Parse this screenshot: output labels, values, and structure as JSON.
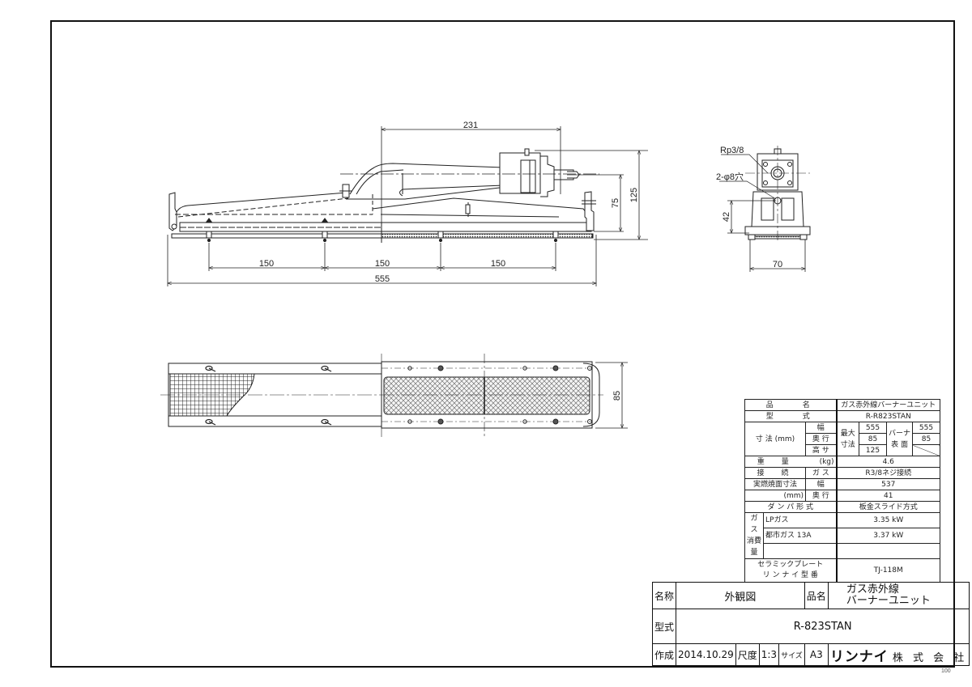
{
  "drawing": {
    "side_view": {
      "dimensions": {
        "top_length": "231",
        "height_total": "125",
        "height_center": "75",
        "pitch_1": "150",
        "pitch_2": "150",
        "pitch_3": "150",
        "overall_length": "555"
      }
    },
    "end_view": {
      "labels": {
        "pipe_thread": "Rp3/8",
        "holes": "2-φ8穴"
      },
      "dimensions": {
        "height": "42",
        "width": "70"
      }
    },
    "top_view": {
      "dimensions": {
        "depth": "85"
      }
    }
  },
  "spec_table": {
    "rows": {
      "product_name": {
        "label": "品　　名",
        "value": "ガス赤外線バーナーユニット"
      },
      "model": {
        "label": "型　　式",
        "value": "R-R823STAN"
      },
      "dimensions": {
        "label": "寸 法 (mm)",
        "sub_labels": [
          "幅",
          "奥 行",
          "高 サ"
        ],
        "max_label": "最大寸法",
        "max_values": [
          "555",
          "85",
          "125"
        ],
        "burner_label": "バーナ表 面",
        "burner_values": [
          "555",
          "85",
          ""
        ]
      },
      "weight": {
        "label": "重　量",
        "unit": "(kg)",
        "value": "4.6"
      },
      "connection": {
        "label": "接　続",
        "sub_label": "ガ ス",
        "value": "R3/8ネジ接続"
      },
      "combustion_surface": {
        "label_1": "実燃焼面寸法",
        "label_2": "(mm)",
        "sub_labels": [
          "幅",
          "奥 行"
        ],
        "values": [
          "537",
          "41"
        ]
      },
      "damper": {
        "label": "ダ ン パ 形 式",
        "value": "板金スライド方式"
      },
      "gas_consumption": {
        "label_1": "ガ　ス",
        "label_2": "消費量",
        "sub_labels": [
          "LPガス",
          "都市ガス 13A",
          ""
        ],
        "values": [
          "3.35 kW",
          "3.37 kW",
          ""
        ]
      },
      "ceramic_plate": {
        "label_1": "セラミックプレート",
        "label_2": "リ ン ナ イ 型 番",
        "value": "TJ-118M"
      }
    }
  },
  "title_block": {
    "name_label": "名称",
    "name_value": "外観図",
    "product_label": "品名",
    "product_value_1": "ガス赤外線",
    "product_value_2": "バーナーユニット",
    "model_label": "型式",
    "model_value": "R-823STAN",
    "created_label": "作成",
    "created_value": "2014.10.29",
    "scale_label": "尺度",
    "scale_value": "1:3",
    "size_label": "サイズ",
    "size_value": "A3",
    "company_brand": "リンナイ",
    "company_suffix": "株 式 会 社"
  },
  "page_number": "100"
}
